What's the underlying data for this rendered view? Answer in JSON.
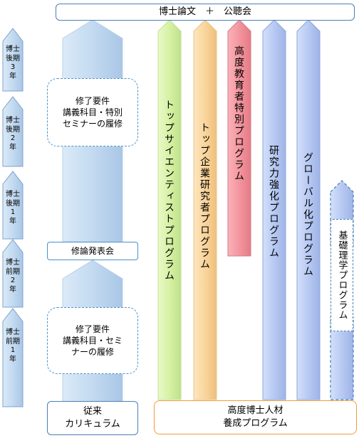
{
  "top_banner": "博士論文　＋　公聴会",
  "years": [
    "博士\n後期\n3\n年",
    "博士\n後期\n2\n年",
    "博士\n後期\n1\n年",
    "博士\n前期\n2\n年",
    "博士\n前期\n1\n年"
  ],
  "conventional": {
    "requirements_upper": "修了要件\n講義科目・特別\nセミナーの履修",
    "thesis_presentation": "修論発表会",
    "requirements_lower": "修了要件\n講義科目・セミ\nナーの履修",
    "label": "従来\nカリキュラム"
  },
  "programs": [
    "トップサイエンティストプログラム",
    "トップ企業研究者プログラム",
    "高度教育者特別プログラム",
    "研究力強化プログラム",
    "グローバル化プログラム",
    "基礎理学プログラム"
  ],
  "advanced_label": "高度博士人材\n養成プログラム",
  "colors": {
    "outline_blue": "#4a7fb5",
    "pale_blue": "#c6dcf1",
    "green": "#d9f2a8",
    "orange": "#f8d7a0",
    "red": "#f4959e",
    "lavender": "#b7c9f3",
    "orange_outline": "#f39c3a"
  }
}
